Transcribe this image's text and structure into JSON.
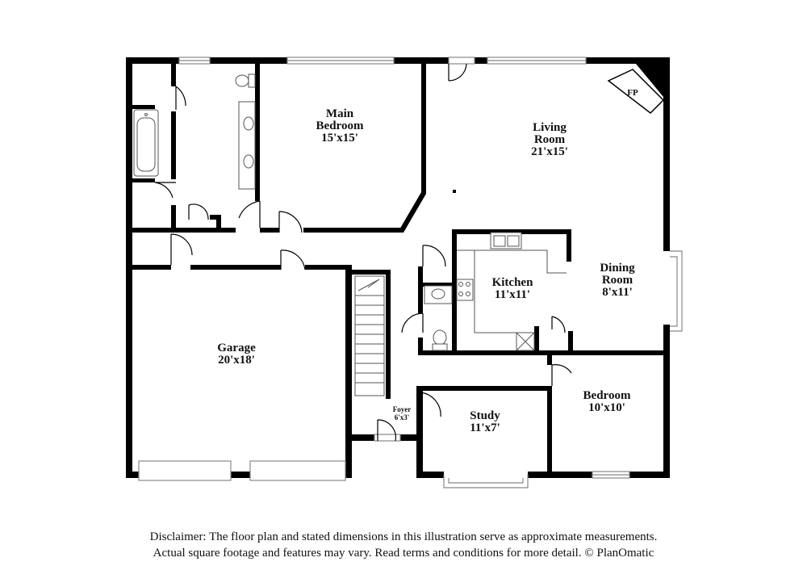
{
  "rooms": {
    "main_bedroom": {
      "name_line1": "Main",
      "name_line2": "Bedroom",
      "size": "15'x15'"
    },
    "living_room": {
      "name_line1": "Living",
      "name_line2": "Room",
      "size": "21'x15'"
    },
    "fireplace": "FP",
    "kitchen": {
      "name": "Kitchen",
      "size": "11'x11'"
    },
    "dining_room": {
      "name_line1": "Dining",
      "name_line2": "Room",
      "size": "8'x11'"
    },
    "garage": {
      "name": "Garage",
      "size": "20'x18'"
    },
    "bedroom": {
      "name": "Bedroom",
      "size": "10'x10'"
    },
    "study": {
      "name": "Study",
      "size": "11'x7'"
    },
    "foyer": {
      "name": "Foyer",
      "size": "6'x3'"
    }
  },
  "disclaimer": {
    "line1": "Disclaimer: The floor plan and stated dimensions in this illustration serve as approximate measurements.",
    "line2": "Actual square footage and features may vary. Read terms and conditions for more detail. © PlanOmatic"
  },
  "colors": {
    "wall": "#000000",
    "window": "#9a9a9a",
    "background": "#ffffff"
  }
}
